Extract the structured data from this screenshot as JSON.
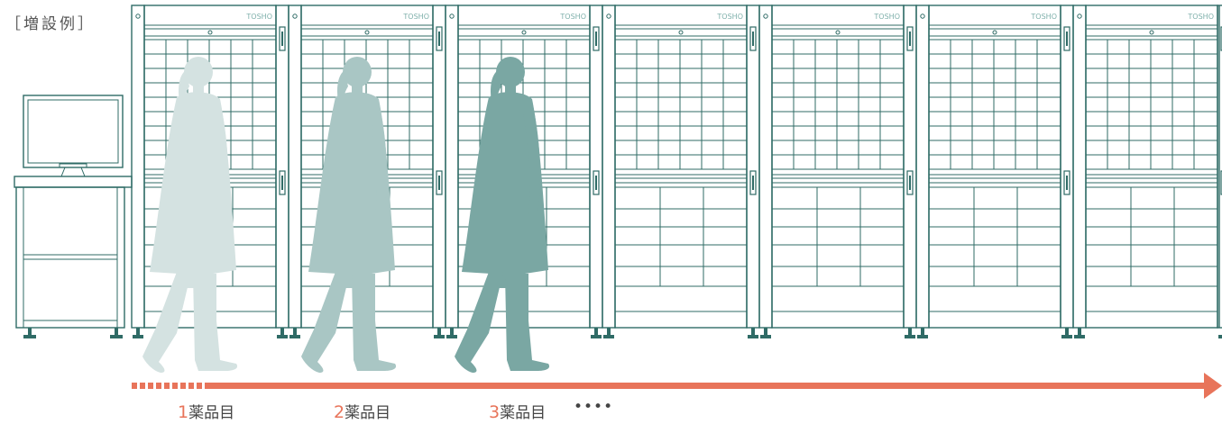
{
  "example_label": "［増設例］",
  "brand_text": "TOSHO",
  "steps": [
    {
      "number": "1",
      "text": "薬品目"
    },
    {
      "number": "2",
      "text": "薬品目"
    },
    {
      "number": "3",
      "text": "薬品目"
    }
  ],
  "continuation": "••••",
  "colors": {
    "line": "#2f6b66",
    "arrow": "#e8745a",
    "person_1": "#d4e2e1",
    "person_2": "#a9c6c4",
    "person_3": "#7aa7a3"
  }
}
